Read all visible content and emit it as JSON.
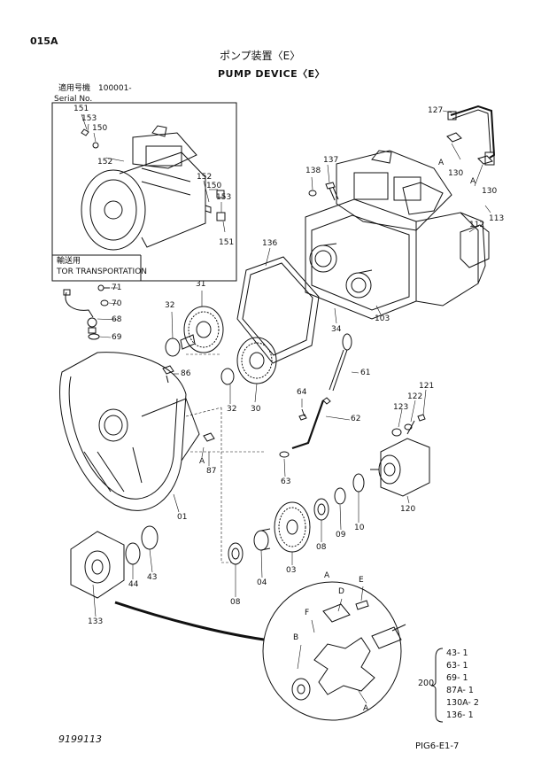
{
  "header": {
    "page_code": "015A",
    "title_jp": "ポンプ装置〈E〉",
    "title_en": "PUMP DEVICE〈E〉",
    "serial_label_jp": "適用号機　100001-",
    "serial_label_en": "Serial No."
  },
  "inset": {
    "transport_jp": "輸送用",
    "transport_en": "TOR TRANSPORTATION"
  },
  "callouts": [
    {
      "id": "c151a",
      "text": "151"
    },
    {
      "id": "c153a",
      "text": "153"
    },
    {
      "id": "c150a",
      "text": "150"
    },
    {
      "id": "c152a",
      "text": "152"
    },
    {
      "id": "c152b",
      "text": "152"
    },
    {
      "id": "c150b",
      "text": "150"
    },
    {
      "id": "c153b",
      "text": "153"
    },
    {
      "id": "c151b",
      "text": "151"
    },
    {
      "id": "c127",
      "text": "127"
    },
    {
      "id": "cA1",
      "text": "A"
    },
    {
      "id": "c130a",
      "text": "130"
    },
    {
      "id": "c137",
      "text": "137"
    },
    {
      "id": "c138",
      "text": "138"
    },
    {
      "id": "cA2",
      "text": "A"
    },
    {
      "id": "c130b",
      "text": "130"
    },
    {
      "id": "c113",
      "text": "113"
    },
    {
      "id": "c112",
      "text": "112"
    },
    {
      "id": "c136",
      "text": "136"
    },
    {
      "id": "c71",
      "text": "71"
    },
    {
      "id": "c70",
      "text": "70"
    },
    {
      "id": "c68",
      "text": "68"
    },
    {
      "id": "c69",
      "text": "69"
    },
    {
      "id": "c31",
      "text": "31"
    },
    {
      "id": "c32a",
      "text": "32"
    },
    {
      "id": "c103",
      "text": "103"
    },
    {
      "id": "c34",
      "text": "34"
    },
    {
      "id": "c86",
      "text": "86"
    },
    {
      "id": "c32b",
      "text": "32"
    },
    {
      "id": "c30",
      "text": "30"
    },
    {
      "id": "c61",
      "text": "61"
    },
    {
      "id": "c64",
      "text": "64"
    },
    {
      "id": "c121",
      "text": "121"
    },
    {
      "id": "c122",
      "text": "122"
    },
    {
      "id": "c123",
      "text": "123"
    },
    {
      "id": "c62",
      "text": "62"
    },
    {
      "id": "cA3",
      "text": "A"
    },
    {
      "id": "c87",
      "text": "87"
    },
    {
      "id": "c63",
      "text": "63"
    },
    {
      "id": "c120",
      "text": "120"
    },
    {
      "id": "c01",
      "text": "01"
    },
    {
      "id": "c08a",
      "text": "08"
    },
    {
      "id": "c09",
      "text": "09"
    },
    {
      "id": "c10",
      "text": "10"
    },
    {
      "id": "c03",
      "text": "03"
    },
    {
      "id": "c44",
      "text": "44"
    },
    {
      "id": "c43",
      "text": "43"
    },
    {
      "id": "c04",
      "text": "04"
    },
    {
      "id": "c08b",
      "text": "08"
    },
    {
      "id": "c133",
      "text": "133"
    },
    {
      "id": "cA4",
      "text": "A"
    },
    {
      "id": "cD",
      "text": "D"
    },
    {
      "id": "cE",
      "text": "E"
    },
    {
      "id": "cF",
      "text": "F"
    },
    {
      "id": "cB",
      "text": "B"
    },
    {
      "id": "cA5",
      "text": "A"
    }
  ],
  "kit": {
    "number": "200",
    "items": [
      "43-  1",
      "63-  1",
      "69-  1",
      "87A-  1",
      "130A-  2",
      "136-  1"
    ]
  },
  "footer": {
    "doc_number": "9199113",
    "page_ref": "PIG6-E1-7"
  }
}
